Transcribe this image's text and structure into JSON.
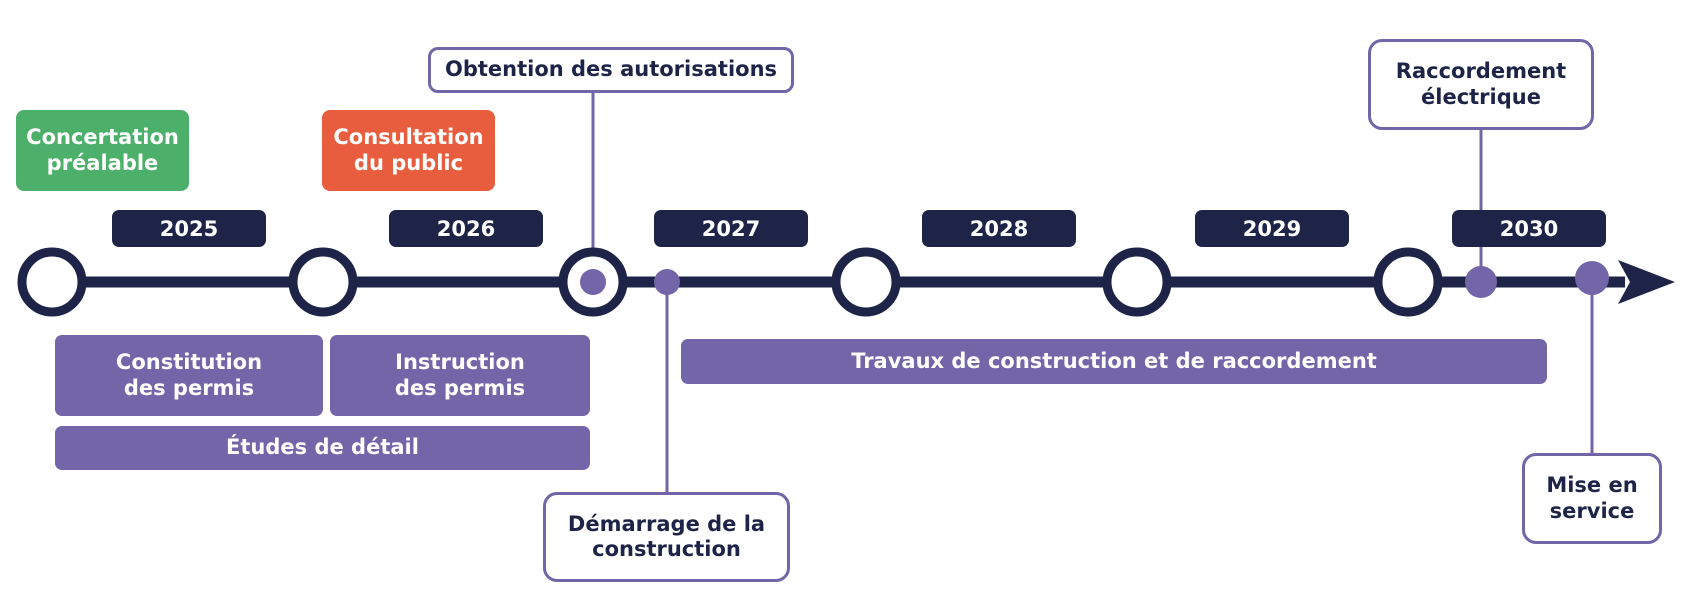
{
  "colors": {
    "navy": "#1e2448",
    "purple": "#7265a8",
    "green": "#4caf6a",
    "orange": "#e85d3e",
    "white": "#ffffff"
  },
  "phases": {
    "concertation": "Concertation\npréalable",
    "consultation": "Consultation\ndu public"
  },
  "years": [
    "2025",
    "2026",
    "2027",
    "2028",
    "2029",
    "2030"
  ],
  "tasks": {
    "constitution": "Constitution\ndes permis",
    "instruction": "Instruction\ndes permis",
    "etudes": "Études de détail",
    "travaux": "Travaux de construction et de raccordement"
  },
  "milestones": {
    "autorisations": "Obtention des autorisations",
    "demarrage": "Démarrage de la\nconstruction",
    "raccordement": "Raccordement\nélectrique",
    "mise_en_service": "Mise en\nservice"
  }
}
